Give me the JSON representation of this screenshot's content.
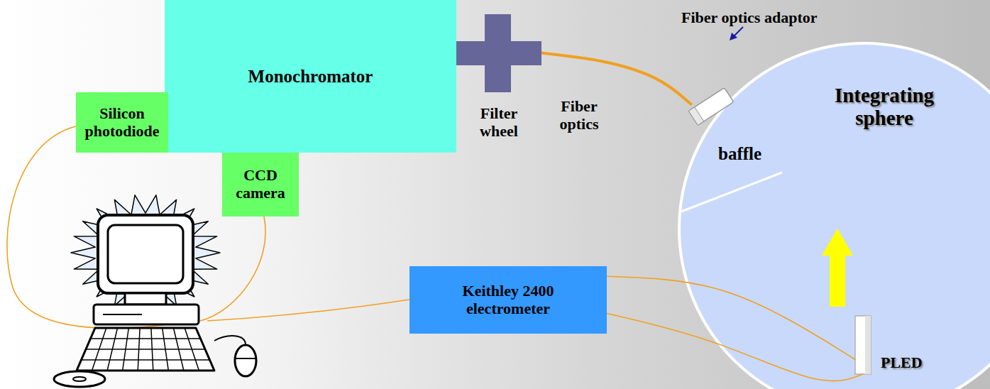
{
  "diagram": {
    "nodes": [
      {
        "text": [
          "Monochromator"
        ]
      },
      {
        "text": [
          "Silicon photodiode"
        ]
      },
      {
        "text": [
          "CCD camera"
        ]
      },
      {
        "text": [
          "Filter wheel"
        ]
      },
      {
        "text": [
          "Integrating sphere"
        ]
      },
      {
        "text": [
          "Fiber optics adaptor"
        ]
      },
      {
        "text": [
          "Keithley 2400 electrometer"
        ]
      },
      {
        "text": [
          "PLED"
        ]
      }
    ],
    "edges": [
      {
        "from": 3,
        "to": 5,
        "label": "Fiber optics",
        "arrow": "none"
      },
      {
        "from": 6,
        "to": 7,
        "arrow": "none"
      },
      {
        "from": 6,
        "to": 7,
        "arrow": "none"
      }
    ],
    "labels": [
      "baffle"
    ]
  }
}
